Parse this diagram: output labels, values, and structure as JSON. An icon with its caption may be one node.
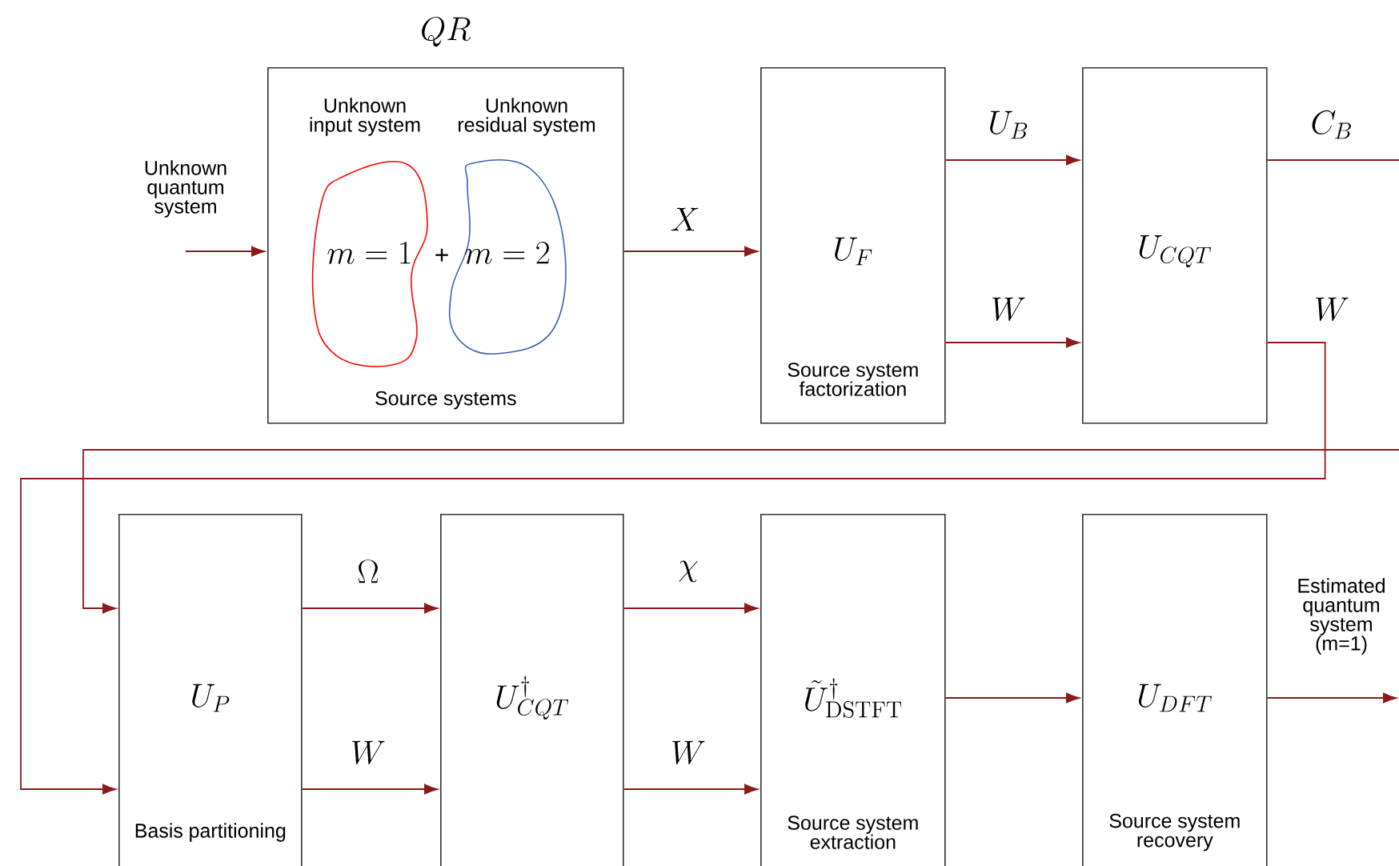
{
  "diagram": {
    "nodes": [
      {
        "text": [
          "QR",
          "Source systems"
        ]
      },
      {
        "text": [
          "m=1"
        ],
        "beside": [
          "Unknown input system"
        ],
        "in": 0
      },
      {
        "text": [
          "m=2"
        ],
        "beside": [
          "Unknown residual system"
        ],
        "in": 0
      },
      {
        "text": [
          "U_{F}",
          "Source system factorization"
        ]
      },
      {
        "text": [
          "U_{CQT}"
        ]
      },
      {
        "text": [
          "U_{P}",
          "Basis partitioning"
        ]
      },
      {
        "text": [
          "U^{\\dagger}_{CQT}"
        ]
      },
      {
        "text": [
          "\\tilde{U}^{\\dagger}_{\\mathrm{DSTFT}}",
          "Source system extraction"
        ]
      },
      {
        "text": [
          "U_{DFT}",
          "Source system recovery"
        ]
      }
    ],
    "edges": [
      {
        "from": null,
        "to": 0,
        "arrow": "to",
        "label": "Unknown quantum system"
      },
      {
        "from": 0,
        "to": 3,
        "arrow": "to",
        "label": "X"
      },
      {
        "from": 3,
        "to": 4,
        "arrow": "to",
        "label": "U_{B}"
      },
      {
        "from": 3,
        "to": 4,
        "arrow": "to",
        "label": "W"
      },
      {
        "from": 4,
        "to": 5,
        "arrow": "to",
        "label": "C_{B}"
      },
      {
        "from": 4,
        "to": 5,
        "arrow": "to",
        "label": "W"
      },
      {
        "from": 5,
        "to": 6,
        "arrow": "to",
        "label": "\\Omega"
      },
      {
        "from": 5,
        "to": 6,
        "arrow": "to",
        "label": "W"
      },
      {
        "from": 6,
        "to": 7,
        "arrow": "to",
        "label": "\\chi"
      },
      {
        "from": 6,
        "to": 7,
        "arrow": "to",
        "label": "W"
      },
      {
        "from": 7,
        "to": 8,
        "arrow": "to"
      },
      {
        "from": 8,
        "to": null,
        "arrow": "to",
        "label": "Estimated quantum system (m=1)"
      }
    ],
    "labels": [
      "+"
    ]
  }
}
